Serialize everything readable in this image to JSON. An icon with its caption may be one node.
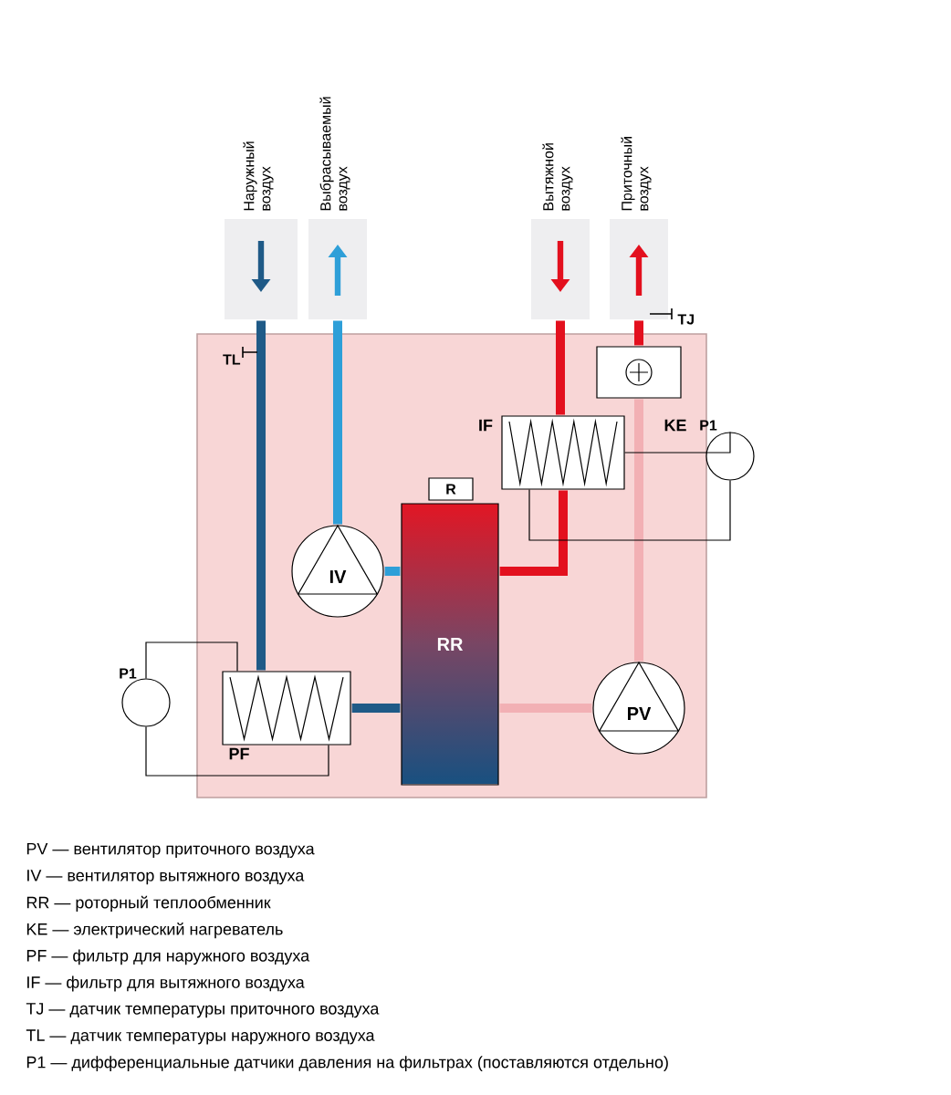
{
  "diagram": {
    "nodes": [
      {
        "text": [],
        "shape": "box"
      },
      {
        "text": [
          "Наружный воздух"
        ]
      },
      {
        "text": [
          "Выбрасываемый воздух"
        ]
      },
      {
        "text": [
          "Вытяжной воздух"
        ]
      },
      {
        "text": [
          "Приточный воздух"
        ]
      },
      {
        "text": [
          "KE"
        ],
        "in": 0
      },
      {
        "text": [
          "IF"
        ],
        "in": 0
      },
      {
        "text": [
          "R"
        ],
        "in": 0
      },
      {
        "text": [
          "RR"
        ],
        "in": 0
      },
      {
        "text": [
          "IV"
        ],
        "in": 0
      },
      {
        "text": [
          "PV"
        ],
        "in": 0
      },
      {
        "text": [
          "PF"
        ],
        "in": 0
      },
      {
        "text": [
          "P1"
        ]
      },
      {
        "text": [
          "P1"
        ]
      }
    ],
    "edges": [
      {
        "from": 1,
        "to": 11,
        "arrow": "none",
        "color": "#1f5a87"
      },
      {
        "from": 11,
        "to": 8,
        "arrow": "none",
        "color": "#1f5a87"
      },
      {
        "from": 8,
        "to": 10,
        "arrow": "none",
        "color": "#f2b0b4"
      },
      {
        "from": 10,
        "to": 5,
        "arrow": "none",
        "color": "#f2b0b4"
      },
      {
        "from": 5,
        "to": 4,
        "arrow": "none",
        "color": "#e3101e"
      },
      {
        "from": 3,
        "to": 6,
        "arrow": "none",
        "color": "#e3101e"
      },
      {
        "from": 6,
        "to": 8,
        "arrow": "none",
        "color": "#e3101e"
      },
      {
        "from": 8,
        "to": 9,
        "arrow": "none",
        "color": "#2e9fd8"
      },
      {
        "from": 9,
        "to": 2,
        "arrow": "none",
        "color": "#2e9fd8"
      },
      {
        "from": 12,
        "to": 11,
        "arrow": "none",
        "color": "#000000"
      },
      {
        "from": 12,
        "to": 11,
        "arrow": "none",
        "color": "#000000"
      },
      {
        "from": 13,
        "to": 6,
        "arrow": "none",
        "color": "#000000"
      },
      {
        "from": 13,
        "to": 6,
        "arrow": "none",
        "color": "#000000"
      }
    ],
    "labels": [
      "TL",
      "TJ",
      "PV — вентилятор приточного воздуха",
      "IV — вентилятор вытяжного воздуха",
      "RR — роторный теплообменник",
      "KE — электрический нагреватель",
      "PF — фильтр для наружного воздуха",
      "IF — фильтр для вытяжного воздуха",
      "TJ — датчик температуры приточного воздуха",
      "TL — датчик температуры наружного воздуха",
      "P1 — дифференциальные датчики давления на фильтрах (поставляются отдельно)"
    ]
  }
}
